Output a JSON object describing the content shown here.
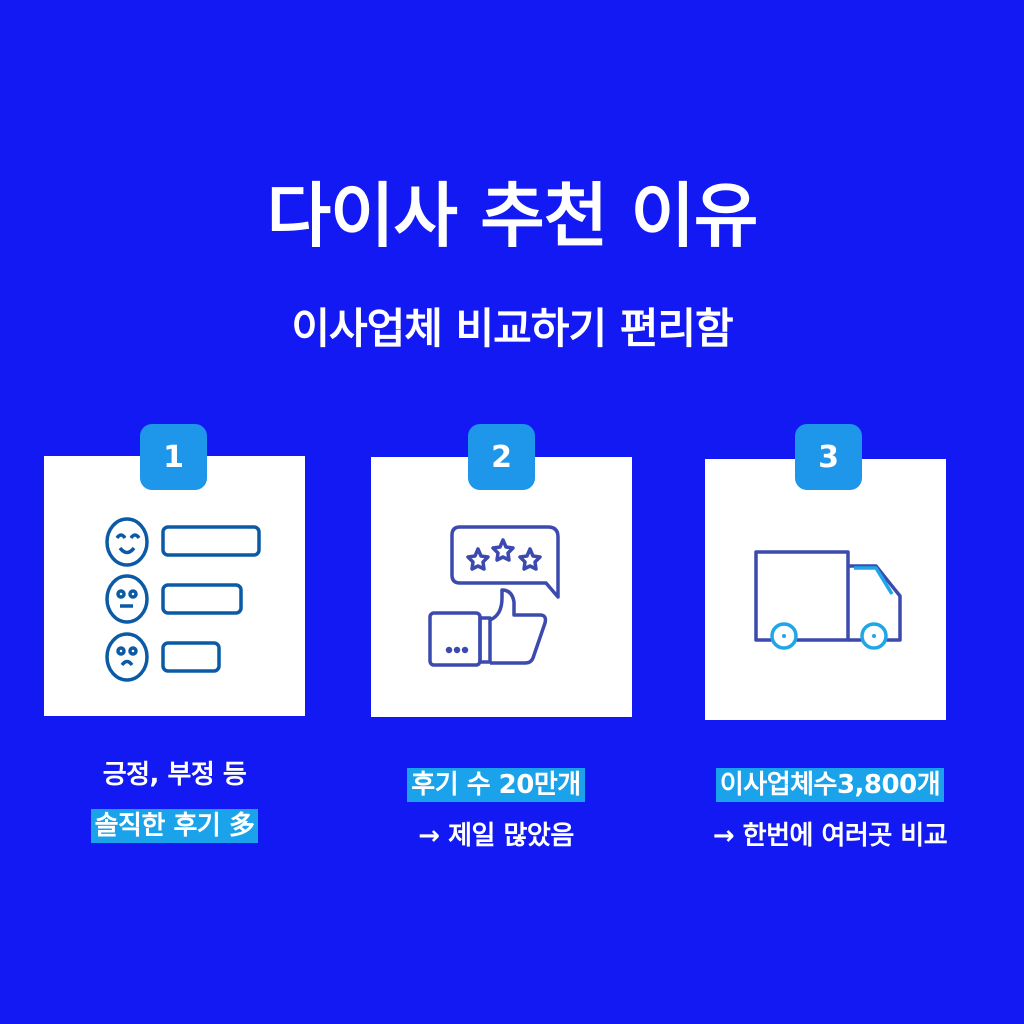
{
  "header": {
    "title": "다이사 추천 이유",
    "subtitle": "이사업체 비교하기 편리함"
  },
  "colors": {
    "background": "#1219f3",
    "badge": "#1e96ea",
    "highlight": "#1aa3ea"
  },
  "cards": [
    {
      "number": "1",
      "icon": "review-faces-icon",
      "line1": "긍정, 부정 등",
      "line2": "솔직한 후기 多",
      "highlighted_line": 2
    },
    {
      "number": "2",
      "icon": "rating-thumbs-up-icon",
      "line1": "후기 수 20만개",
      "line2": "→ 제일 많았음",
      "highlighted_line": 1
    },
    {
      "number": "3",
      "icon": "moving-truck-icon",
      "line1": "이사업체수3,800개",
      "line2": "→ 한번에 여러곳 비교",
      "highlighted_line": 1
    }
  ]
}
